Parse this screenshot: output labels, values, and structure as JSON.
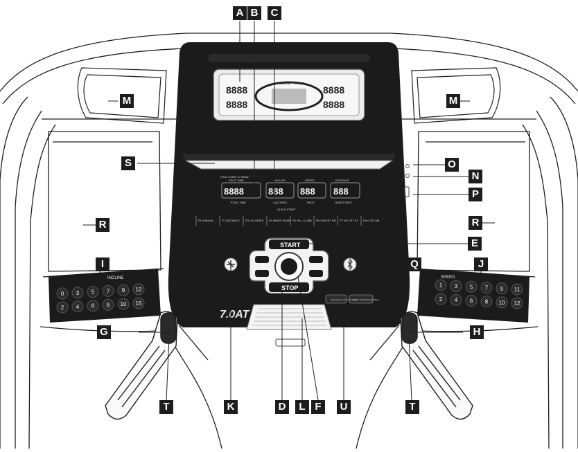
{
  "callouts": {
    "A": "A",
    "B": "B",
    "C": "C",
    "D": "D",
    "E": "E",
    "F": "F",
    "G": "G",
    "H": "H",
    "I": "I",
    "J": "J",
    "K": "K",
    "L": "L",
    "M": "M",
    "N": "N",
    "O": "O",
    "P": "P",
    "Q": "Q",
    "R": "R",
    "S": "S",
    "T": "T",
    "U": "U"
  },
  "console": {
    "model_name": "7.0AT",
    "hint_text": "Press START to Pause",
    "window_labels": {
      "split_time": "SPLIT TIME",
      "total_time": "TOTAL TIME",
      "incline": "INCLINE",
      "calories": "CALORIES",
      "speed": "SPEED",
      "pace": "PACE",
      "distance": "DISTANCE",
      "heart_rate": "HEART RATE"
    },
    "digits": {
      "time": "8888",
      "incline": "888",
      "speed": "888",
      "distance": "888"
    },
    "quick_start": "QUICK START",
    "programs": [
      "P1 MANUAL",
      "P2 DISTANCE",
      "P3 CALORIES",
      "P4 HEART BURN",
      "P5 HILL CLIMB",
      "P6 TARGET HR",
      "P7 HIIT FIT EX",
      "P8 CUSTOM"
    ],
    "start_label": "START",
    "stop_label": "STOP",
    "lcd_header": [
      "INCLINE",
      "SPEED"
    ],
    "lcd_digits": "8888",
    "app_badges": [
      "Download on the App Store",
      "Works with Bluetooth Watch"
    ]
  },
  "incline_panel": {
    "title": "INCLINE",
    "keys": [
      "0",
      "3",
      "5",
      "7",
      "9",
      "12",
      "2",
      "4",
      "6",
      "8",
      "10",
      "15"
    ]
  },
  "speed_panel": {
    "title": "SPEED",
    "keys": [
      "1",
      "3",
      "5",
      "7",
      "9",
      "11",
      "2",
      "4",
      "6",
      "8",
      "10",
      "12"
    ]
  }
}
